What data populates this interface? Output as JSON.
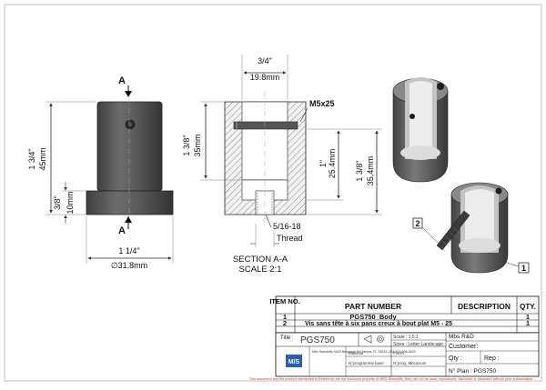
{
  "front_view": {
    "section_mark_top": "A",
    "section_mark_bottom": "A",
    "dim_overall_height_in": "1 3/4\"",
    "dim_overall_height_mm": "45mm",
    "dim_flange_height_in": "3/8\"",
    "dim_flange_height_mm": "10mm",
    "dim_flange_width_in": "1 1/4\"",
    "dim_flange_width_mm": "∅31.8mm"
  },
  "section_view": {
    "dim_width_in": "3/4\"",
    "dim_width_mm": "19.8mm",
    "screw_callout": "M5x25",
    "dim_bore_height_in": "1 3/8\"",
    "dim_bore_height_mm": "35mm",
    "dim_slot_height_in": "1\"",
    "dim_slot_height_mm": "25.4mm",
    "dim_total_in": "1 3/8\"",
    "dim_total_mm": "35,4mm",
    "thread_label_1": "5/16-18",
    "thread_label_2": "Thread",
    "section_title": "SECTION A-A",
    "section_scale": "SCALE 2:1"
  },
  "iso_view": {
    "balloon_1": "1",
    "balloon_2": "2"
  },
  "bom": {
    "headers": [
      "ITEM NO.",
      "PART NUMBER",
      "DESCRIPTION",
      "QTY."
    ],
    "rows": [
      {
        "item": "1",
        "part": "PGS750_Body",
        "desc": "",
        "qty": "1"
      },
      {
        "item": "2",
        "part": "Vis sans tête à six pans creux à bout plat M5 - 25",
        "desc": "",
        "qty": "1"
      }
    ]
  },
  "title_block": {
    "title_label": "Title :",
    "title_value": "PGS750",
    "scale_label": "Scale : 1,5:1",
    "sizes_label": "Sizes : Letter Landscape",
    "company": "Mbs R&D",
    "customer_label": "Customer:",
    "qty_label": "Qty :",
    "rep_label": "Rep :",
    "plan_label": "N° Plan : PGS750",
    "material_label": "Material",
    "finish_label": "Finish",
    "prog_laser_label": "N°programme laser",
    "prog_mecanum_label": "N°prog. Mécanum",
    "logo_text": "M/S",
    "address": "Mbs Standoffs\n5420 Benjamin Rd\nTampa, FL 33634\nUSA\n813-908-6020"
  },
  "footer": "This document and the product mentioned in Reference are the exclusive property of MBS-Standoffs, they can not be used, reproduced, disclosed or disclosed without prior authorization.",
  "colors": {
    "line": "#1a1a1a",
    "metal_dark": "#4a4a4a",
    "metal_mid": "#6a6a6a",
    "metal_light": "#9a9a9a",
    "hatch": "#777777",
    "red": "#c0392b"
  }
}
